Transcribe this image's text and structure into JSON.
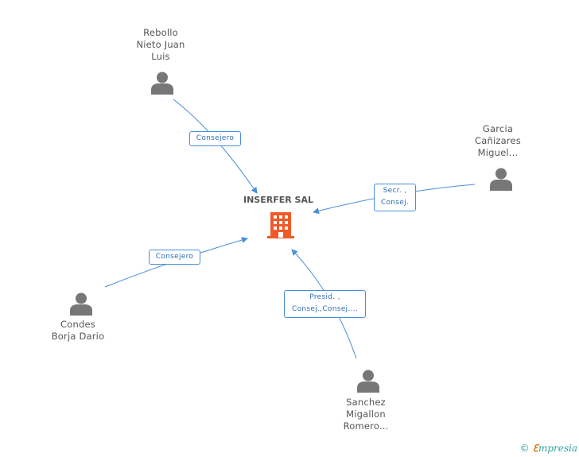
{
  "company": {
    "name": "INSERFER SAL",
    "icon": "building-icon",
    "color": "#f05a28"
  },
  "people": [
    {
      "id": "rebollo",
      "name": "Rebollo\nNieto Juan\nLuis",
      "icon": "person-icon"
    },
    {
      "id": "garcia",
      "name": "Garcia\nCañizares\nMiguel...",
      "icon": "person-icon"
    },
    {
      "id": "condes",
      "name": "Condes\nBorja Dario",
      "icon": "person-icon"
    },
    {
      "id": "sanchez",
      "name": "Sanchez\nMigallon\nRomero...",
      "icon": "person-icon"
    }
  ],
  "relations": [
    {
      "from": "rebollo",
      "label": "Consejero"
    },
    {
      "from": "garcia",
      "label": "Secr. ,\nConsej."
    },
    {
      "from": "condes",
      "label": "Consejero"
    },
    {
      "from": "sanchez",
      "label": "Presid. ,\nConsej.,Consej...."
    }
  ],
  "colors": {
    "edge": "#4a8fd9",
    "person": "#777777",
    "text": "#555555"
  },
  "footer": {
    "copyright": "©",
    "brand_initial": "ℇ",
    "brand_rest": "mpresia"
  }
}
